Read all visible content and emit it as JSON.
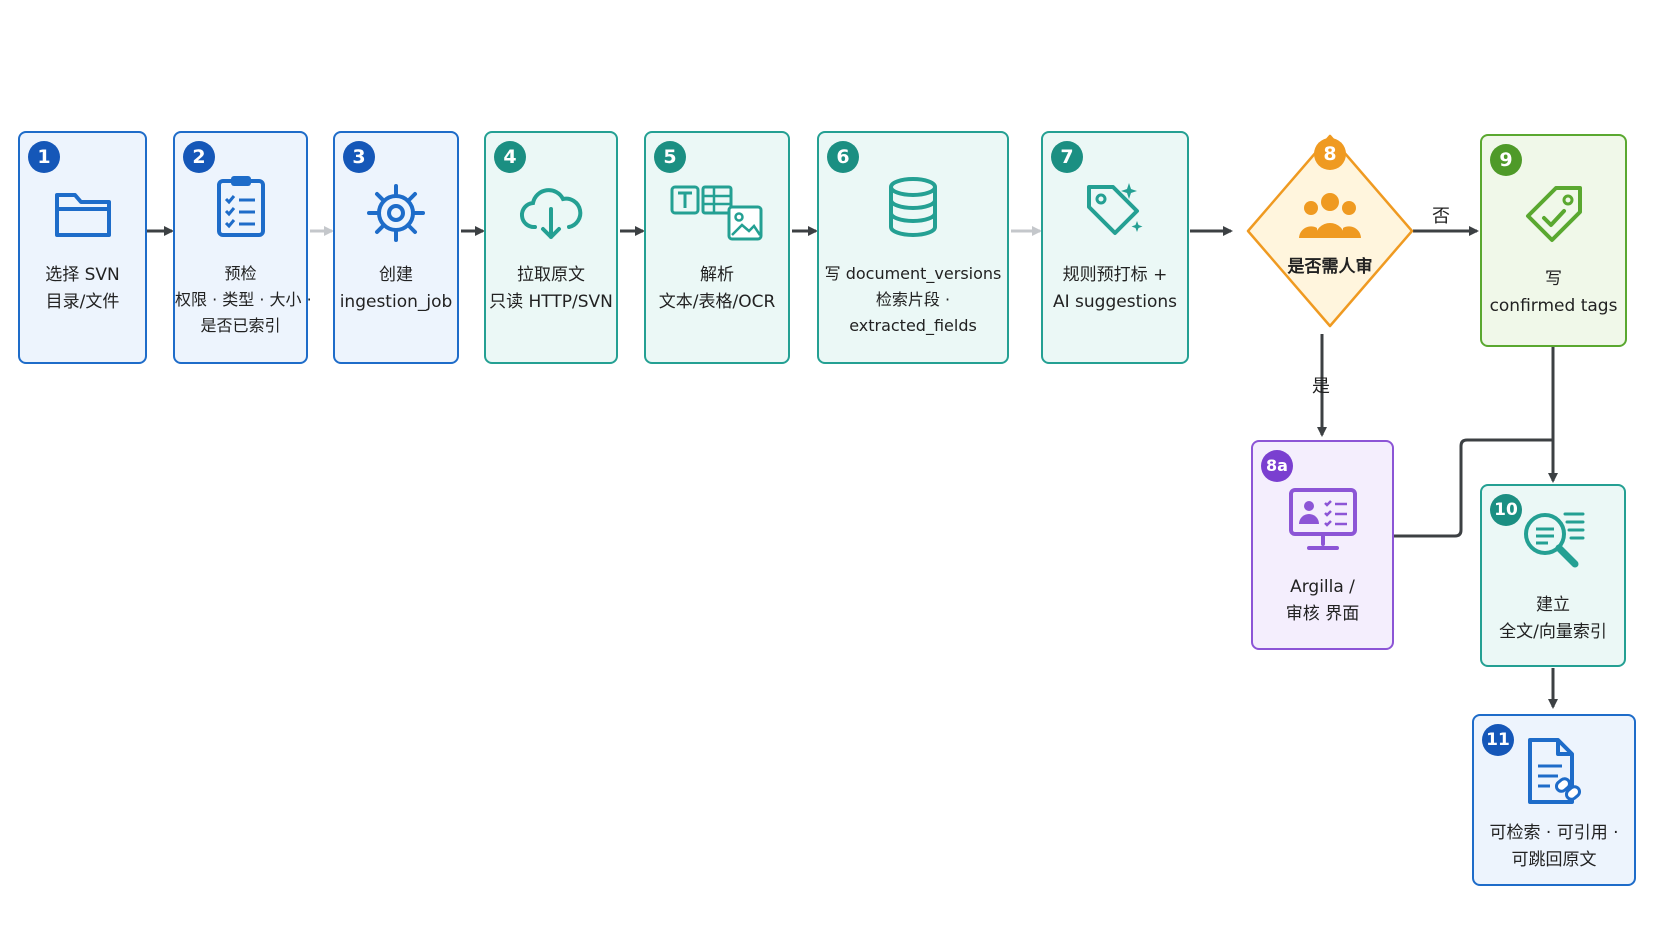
{
  "steps": [
    {
      "id": "1",
      "lines": [
        "选择 SVN",
        "目录/文件"
      ],
      "icon": "folder-icon"
    },
    {
      "id": "2",
      "lines": [
        "预检",
        "权限 · 类型 · 大小 ·",
        "是否已索引"
      ],
      "icon": "clipboard-checklist-icon"
    },
    {
      "id": "3",
      "lines": [
        "创建",
        "ingestion_job"
      ],
      "icon": "gear-icon"
    },
    {
      "id": "4",
      "lines": [
        "拉取原文",
        "只读 HTTP/SVN"
      ],
      "icon": "cloud-download-icon"
    },
    {
      "id": "5",
      "lines": [
        "解析",
        "文本/表格/OCR"
      ],
      "icon": "text-table-image-icon"
    },
    {
      "id": "6",
      "lines": [
        "写 document_versions",
        "检索片段 ·",
        "extracted_fields"
      ],
      "icon": "database-icon"
    },
    {
      "id": "7",
      "lines": [
        "规则预打标 +",
        "AI suggestions"
      ],
      "icon": "tag-sparkle-icon"
    },
    {
      "id": "8",
      "lines": [
        "是否需人审"
      ],
      "icon": "people-group-icon"
    },
    {
      "id": "9",
      "lines": [
        "写",
        "confirmed tags"
      ],
      "icon": "tag-check-icon"
    },
    {
      "id": "8a",
      "lines": [
        "Argilla /",
        "审核 界面"
      ],
      "icon": "monitor-review-icon"
    },
    {
      "id": "10",
      "lines": [
        "建立",
        "全文/向量索引"
      ],
      "icon": "magnifier-document-icon"
    },
    {
      "id": "11",
      "lines": [
        "可检索 · 可引用 ·",
        "可跳回原文"
      ],
      "icon": "document-link-icon"
    }
  ],
  "edges": {
    "no": "否",
    "yes": "是"
  },
  "colors": {
    "blue": "#1e6cc9",
    "teal": "#24a093",
    "green": "#5aa830",
    "purple": "#8c55d6",
    "orange": "#ef9a21",
    "arrow": "#3c4043",
    "arrow_faded": "#c4c7cb"
  }
}
